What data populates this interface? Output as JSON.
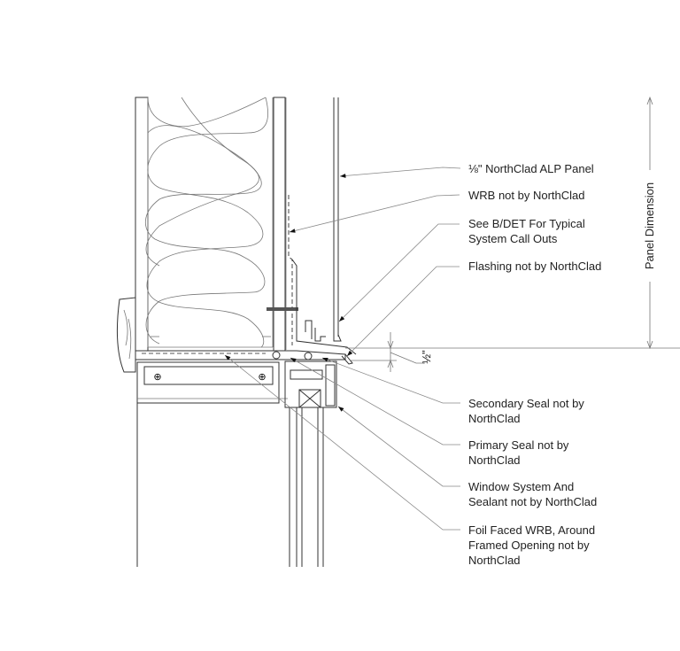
{
  "drawing": {
    "callouts": [
      {
        "id": "panel",
        "lines": [
          "⅛\" NorthClad ALP Panel"
        ]
      },
      {
        "id": "wrb",
        "lines": [
          "WRB not by NorthClad"
        ]
      },
      {
        "id": "see-bdet",
        "lines": [
          "See B/DET For Typical",
          "System Call Outs"
        ]
      },
      {
        "id": "flashing",
        "lines": [
          "Flashing not by NorthClad"
        ]
      },
      {
        "id": "secondary-seal",
        "lines": [
          "Secondary Seal not by",
          "NorthClad"
        ]
      },
      {
        "id": "primary-seal",
        "lines": [
          "Primary Seal not by",
          "NorthClad"
        ]
      },
      {
        "id": "window-system",
        "lines": [
          "Window System And",
          "Sealant not by NorthClad"
        ]
      },
      {
        "id": "foil-wrb",
        "lines": [
          "Foil Faced WRB, Around",
          "Framed Opening not by",
          "NorthClad"
        ]
      }
    ],
    "dimensions": {
      "panel": "Panel Dimension",
      "gap": "½\""
    }
  }
}
